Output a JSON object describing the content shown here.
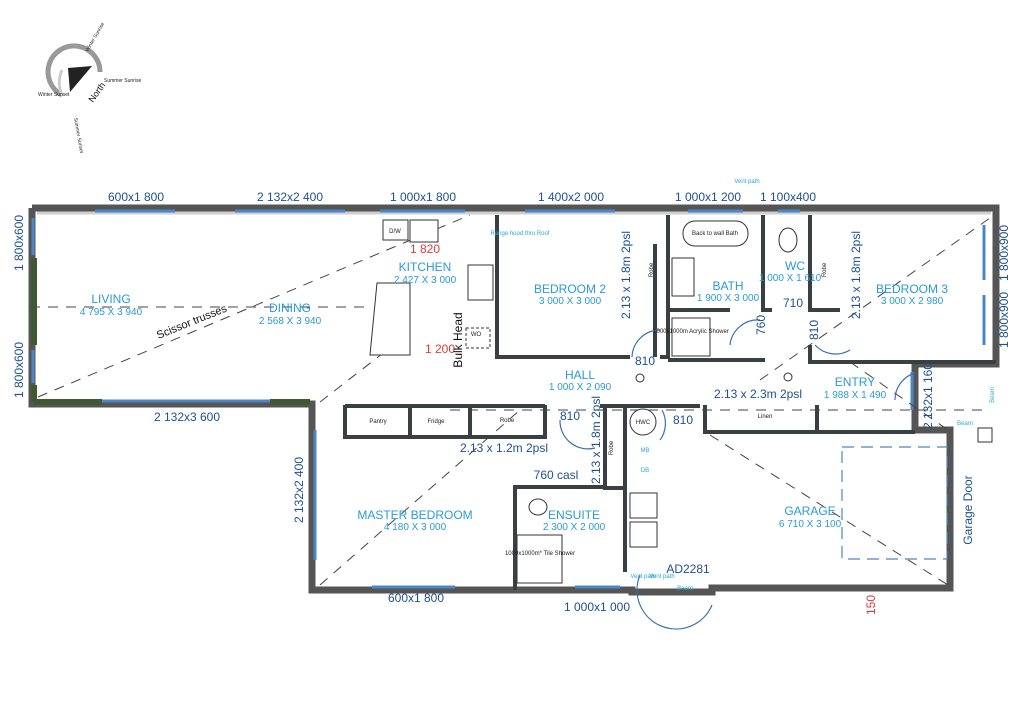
{
  "compass": {
    "north": "North",
    "labels": [
      "Winter Sunrise",
      "Summer Sunrise",
      "Winter Sunset",
      "Summer Sunset"
    ]
  },
  "rooms": [
    {
      "name": "LIVING",
      "dims": "4 795 X 3 940"
    },
    {
      "name": "DINING",
      "dims": "2 568 X 3 940"
    },
    {
      "name": "KITCHEN",
      "dims": "2 427 X 3 000"
    },
    {
      "name": "BEDROOM 2",
      "dims": "3 000 X 3 000"
    },
    {
      "name": "BATH",
      "dims": "1 900 X 3 000"
    },
    {
      "name": "WC",
      "dims": "1 000 X 1 610"
    },
    {
      "name": "BEDROOM 3",
      "dims": "3 000 X 2 980"
    },
    {
      "name": "HALL",
      "dims": "1 000 X 2 090"
    },
    {
      "name": "ENTRY",
      "dims": "1 988 X 1 490"
    },
    {
      "name": "MASTER BEDROOM",
      "dims": "4 180 X 3 000"
    },
    {
      "name": "ENSUITE",
      "dims": "2 300 X 2 000"
    },
    {
      "name": "GARAGE",
      "dims": "6 710 X 3 100"
    }
  ],
  "windows": [
    "600x1 800",
    "2 132x2 400",
    "1 000x1 800",
    "1 400x2 000",
    "1 000x1 200",
    "1 100x400",
    "1 800x900",
    "1 800x900",
    "1 800x600",
    "1 800x600",
    "2 132x3 600",
    "2 132x2 400",
    "600x1 800",
    "1 000x1 000",
    "2 132x1 160"
  ],
  "doors": [
    "810",
    "810",
    "810",
    "810",
    "710",
    "760",
    "760 casl"
  ],
  "robes": [
    "2.13 x 1.8m 2psl",
    "2.13 x 1.8m 2psl",
    "2.13 x 2.3m 2psl",
    "2.13 x 1.2m 2psl",
    "2.13 x 1.8m 2psl"
  ],
  "red_dims": [
    "1 820",
    "1 200",
    "150"
  ],
  "fixtures": {
    "dw": "D/W",
    "wo": "WO",
    "bulkhead": "Bulk Head",
    "range": "Range hood thru Roof",
    "robe": "Robe",
    "bath": "Back to wall Bath",
    "bath_shower": "1000x1000m Acrylic Shower",
    "tile_shower": "1000x1000m* Tile Shower",
    "pantry": "Pantry",
    "fridge": "Fridge",
    "linen": "Linen",
    "hwc": "HWC",
    "mb": "MB",
    "db": "DB",
    "vent": "Vent path",
    "beam": "Beam",
    "ad": "AD2281",
    "garage_door": "Garage Door",
    "trusses": "Scissor trusses"
  }
}
